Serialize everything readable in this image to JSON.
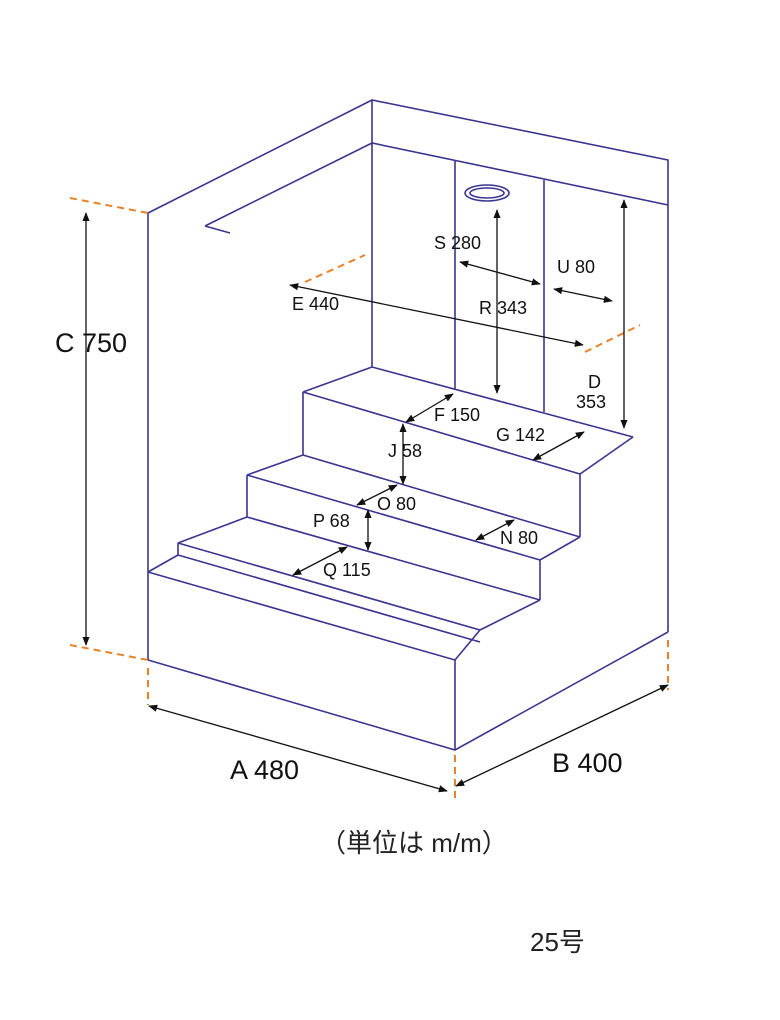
{
  "title": "25号",
  "unit_note": "（単位は m/m）",
  "dimensions": {
    "A": "A 480",
    "B": "B 400",
    "C": "C 750",
    "D_letter": "D",
    "D_value": "353",
    "E": "E 440",
    "F": "F 150",
    "G": "G 142",
    "J": "J 58",
    "N": "N 80",
    "O": "O 80",
    "P": "P 68",
    "Q": "Q 115",
    "R": "R 343",
    "S": "S 280",
    "U": "U 80"
  },
  "colors": {
    "line": "#3b3590",
    "extension": "#e8822a",
    "arrow": "#111111"
  }
}
